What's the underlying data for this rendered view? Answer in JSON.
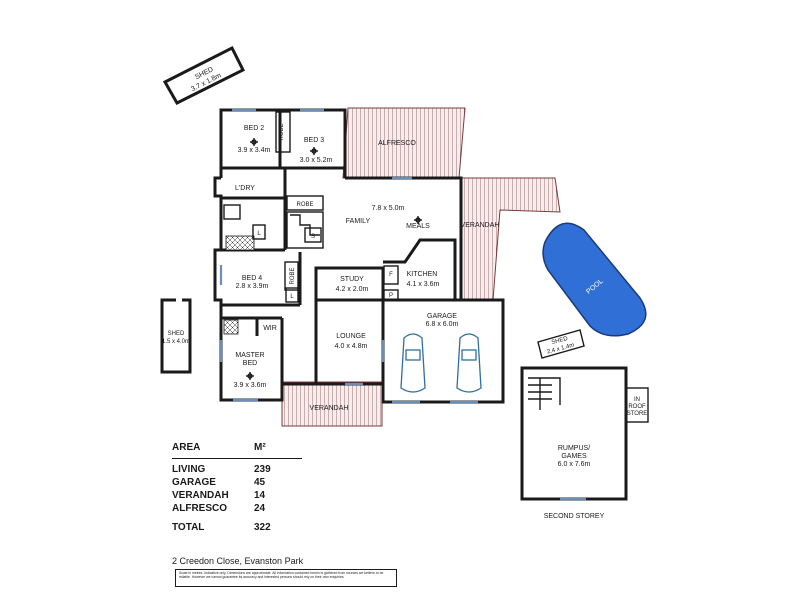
{
  "rooms": {
    "shed_top": {
      "name": "SHED",
      "size": "3.7 x 1.8m"
    },
    "bed2": {
      "name": "BED 2",
      "size": "3.9 x 3.4m"
    },
    "robe_bed2": {
      "name": "ROBE"
    },
    "bed3": {
      "name": "BED 3",
      "size": "3.0 x 5.2m"
    },
    "alfresco": {
      "name": "ALFRESCO"
    },
    "laundry": {
      "name": "L'DRY"
    },
    "robe_family": {
      "name": "ROBE"
    },
    "family": {
      "name": "FAMILY",
      "size": "7.8 x 5.0m"
    },
    "meals": {
      "name": "MEALS"
    },
    "verandah_right": {
      "name": "VERANDAH"
    },
    "kitchen": {
      "name": "KITCHEN",
      "size": "4.1 x 3.6m"
    },
    "study": {
      "name": "STUDY",
      "size": "4.2 x 2.0m"
    },
    "bed4": {
      "name": "BED 4",
      "size": "2.8 x 3.9m"
    },
    "robe_bed4": {
      "name": "ROBE"
    },
    "shed_left": {
      "name": "SHED",
      "size": "1.5 x 4.0m"
    },
    "wir": {
      "name": "WIR"
    },
    "master_bed": {
      "name": "MASTER BED",
      "line1": "MASTER",
      "line2": "BED",
      "size": "3.9 x 3.6m"
    },
    "lounge": {
      "name": "LOUNGE",
      "size": "4.0 x 4.8m"
    },
    "garage": {
      "name": "GARAGE",
      "size": "6.8 x 6.0m"
    },
    "verandah_bottom": {
      "name": "VERANDAH"
    },
    "pool": {
      "name": "POOL"
    },
    "shed_right": {
      "name": "SHED",
      "size": "2.4 x 1.4m"
    },
    "rumpus": {
      "name": "RUMPUS/ GAMES",
      "line1": "RUMPUS/",
      "line2": "GAMES",
      "size": "6.0 x 7.6m"
    },
    "in_roof_store": {
      "name": "IN ROOF STORE",
      "line1": "IN",
      "line2": "ROOF",
      "line3": "STORE"
    }
  },
  "markers": {
    "s": "S",
    "f": "F",
    "p": "P",
    "l1": "L",
    "l2": "L"
  },
  "second_storey_label": "SECOND STOREY",
  "area_table": {
    "header": {
      "label": "AREA",
      "unit": "M²"
    },
    "rows": [
      {
        "label": "LIVING",
        "value": "239"
      },
      {
        "label": "GARAGE",
        "value": "45"
      },
      {
        "label": "VERANDAH",
        "value": "14"
      },
      {
        "label": "ALFRESCO",
        "value": "24"
      }
    ],
    "total": {
      "label": "TOTAL",
      "value": "322"
    }
  },
  "address": "2 Creedon Close, Evanston Park",
  "disclaimer": "Scale in metres. Indicative only. Dimensions are approximate. All information contained herein is gathered from sources we believe to be reliable. However we cannot guarantee its accuracy and interested persons should rely on their own enquiries.",
  "colors": {
    "wall": "#1a1a1a",
    "pool": "#2f6fd6",
    "deck": "#7a3b3b",
    "car": "#2d6f9f",
    "window": "#6a8fb6"
  }
}
